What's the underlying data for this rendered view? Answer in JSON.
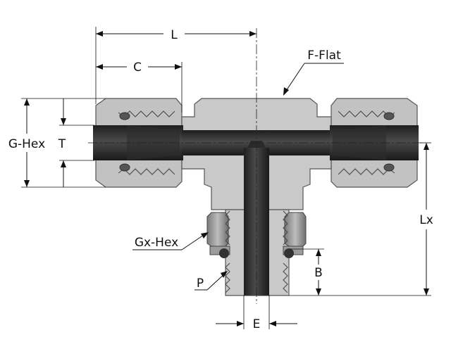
{
  "labels": {
    "L": "L",
    "C": "C",
    "F_flat": "F-Flat",
    "G_hex": "G-Hex",
    "T": "T",
    "Lx": "Lx",
    "Gx_hex": "Gx-Hex",
    "P": "P",
    "B": "B",
    "E": "E"
  },
  "colors": {
    "tube": "#3a3a3a",
    "body": "#c9c9c9",
    "dimension": "#111111"
  }
}
